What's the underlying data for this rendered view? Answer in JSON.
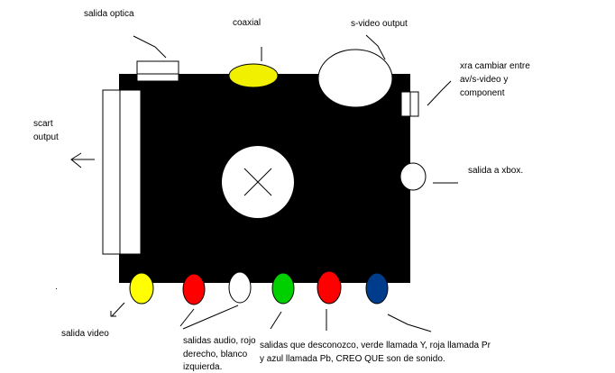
{
  "labels": {
    "optical": "salida optica",
    "coaxial": "coaxial",
    "svideo": "s-video output",
    "switch_l1": "xra cambiar entre",
    "switch_l2": "av/s-video y",
    "switch_l3": "component",
    "scart_l1": "scart",
    "scart_l2": "output",
    "xbox": "salida a xbox.",
    "video": "salida video",
    "audio_l1": "salidas audio, rojo",
    "audio_l2": "derecho, blanco",
    "audio_l3": "izquierda.",
    "unknown_l1": "salidas que desconozco, verde llamada Y, roja llamada Pr",
    "unknown_l2": "y azul llamada Pb, CREO QUE son de sonido."
  },
  "colors": {
    "box": "#000000",
    "coaxial": "#f0f000",
    "video": "#ffff00",
    "audio_right": "#ff0000",
    "audio_left": "#ffffff",
    "component_y": "#00d000",
    "component_pr": "#ff0000",
    "component_pb": "#003c8c"
  }
}
